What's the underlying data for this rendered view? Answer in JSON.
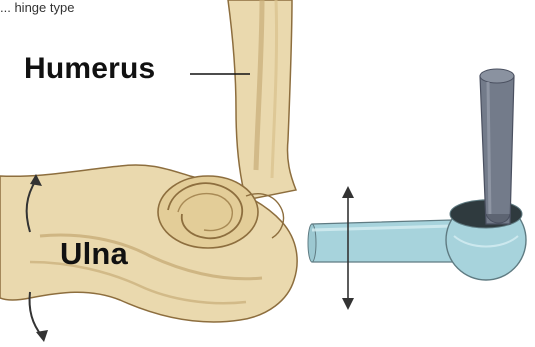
{
  "caption": "... hinge type",
  "labels": {
    "humerus": "Humerus",
    "ulna": "Ulna"
  },
  "colors": {
    "bone_fill": "#ead9ae",
    "bone_shadow": "#c8ad78",
    "bone_outline": "#8d6e3e",
    "model_shaft": "#a7d3dc",
    "model_rod": "#737b8a",
    "arrow": "#333333"
  },
  "icons": [
    "rotation-arrow-up-icon",
    "rotation-arrow-down-icon",
    "double-arrow-vertical-icon"
  ]
}
